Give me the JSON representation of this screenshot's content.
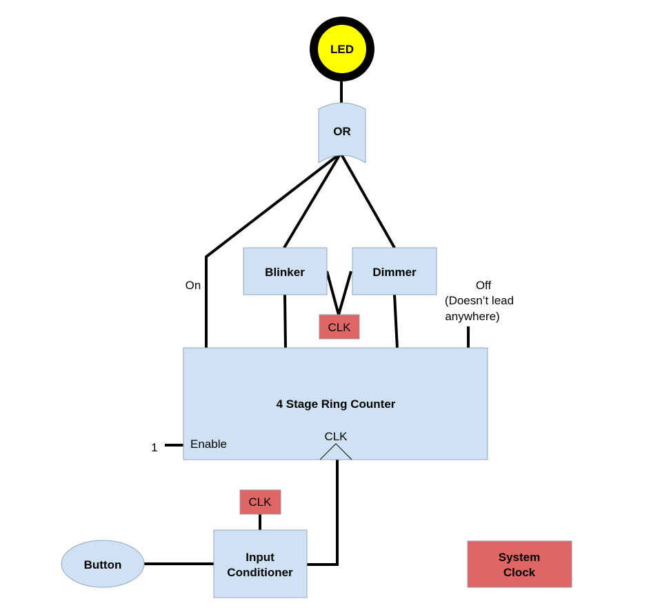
{
  "colors": {
    "block_fill": "#cfe2f3",
    "block_stroke": "#8fa6bd",
    "clk_fill": "#e06666",
    "led_fill": "#ffff00",
    "led_ring": "#000000",
    "wire": "#000000"
  },
  "led": {
    "label": "LED"
  },
  "or_gate": {
    "label": "OR"
  },
  "blinker": {
    "label": "Blinker"
  },
  "dimmer": {
    "label": "Dimmer"
  },
  "clk_blinker_dimmer": {
    "label": "CLK"
  },
  "ring_counter": {
    "label": "4 Stage Ring Counter",
    "enable_label": "Enable",
    "clk_label": "CLK",
    "enable_value": "1"
  },
  "outputs": {
    "on_label": "On",
    "off_line1": "Off",
    "off_line2": "(Doesn’t lead",
    "off_line3": "anywhere)"
  },
  "clk_input": {
    "label": "CLK"
  },
  "input_conditioner": {
    "line1": "Input",
    "line2": "Conditioner"
  },
  "button": {
    "label": "Button"
  },
  "system_clock": {
    "line1": "System",
    "line2": "Clock"
  }
}
